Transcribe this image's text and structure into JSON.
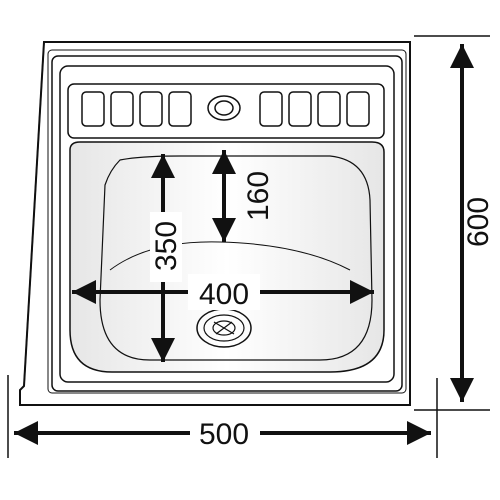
{
  "diagram": {
    "subject": "stainless-sink-top",
    "colors": {
      "stroke": "#111111",
      "background": "#ffffff",
      "shade": "#d9d9d9"
    },
    "dimensions": {
      "overall_width": "500",
      "overall_depth": "600",
      "bowl_width": "400",
      "bowl_depth": "350",
      "bowl_height": "160"
    },
    "slots_left_count": 4,
    "slots_right_count": 4
  }
}
